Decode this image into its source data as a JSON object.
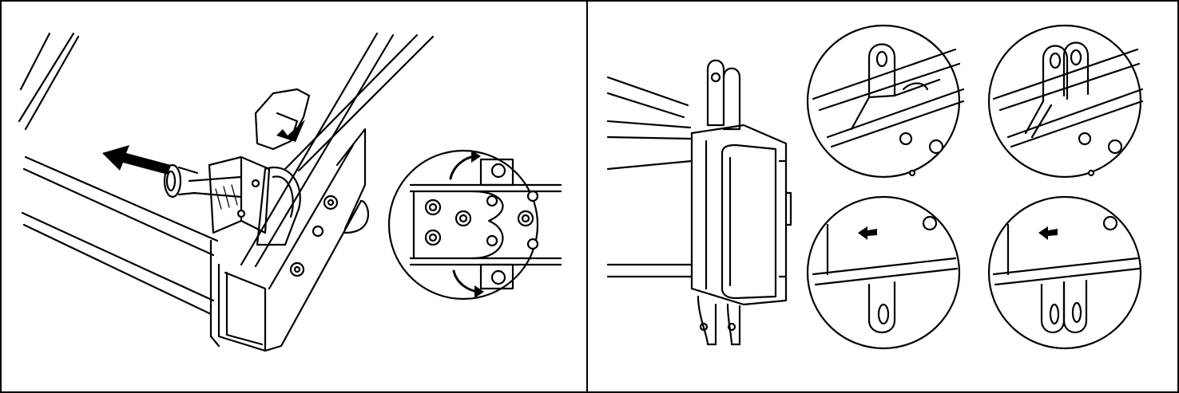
{
  "figure": {
    "panels": [
      {
        "id": "left",
        "callouts": [
          "latch-detail"
        ],
        "arrows": [
          "pull-pin-arrow",
          "rotate-up-arrow",
          "rotate-down-arrow"
        ]
      },
      {
        "id": "right",
        "callouts": [
          "top-single-link",
          "top-double-link",
          "bottom-single-link",
          "bottom-double-link"
        ]
      }
    ],
    "colors": {
      "ink": "#000000",
      "paper": "#ffffff"
    }
  }
}
